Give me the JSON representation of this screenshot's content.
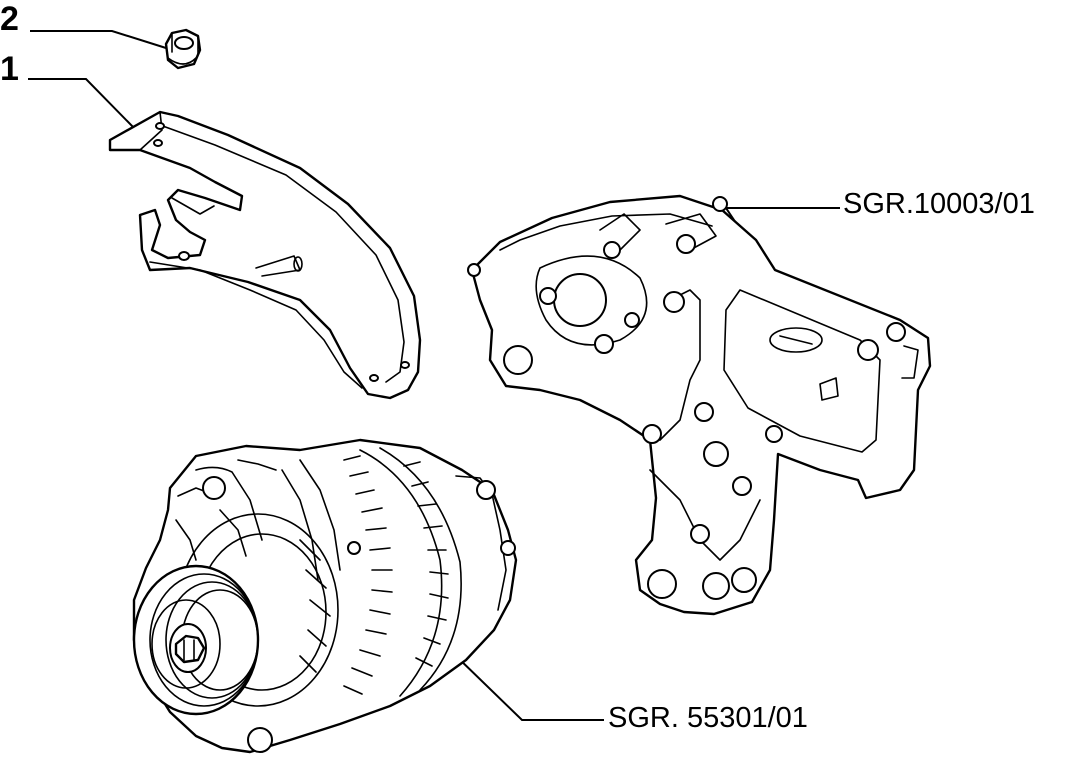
{
  "callouts": {
    "item_2": "2",
    "item_1": "1",
    "bracket_ref": "SGR.10003/01",
    "alternator_ref": "SGR. 55301/01"
  },
  "icons": {
    "nut": "hex-flange-nut-icon",
    "heat_shield": "curved-heat-shield-icon",
    "bracket": "engine-mounting-bracket-icon",
    "alternator": "alternator-icon"
  },
  "colors": {
    "line": "#000000",
    "background": "#ffffff"
  }
}
